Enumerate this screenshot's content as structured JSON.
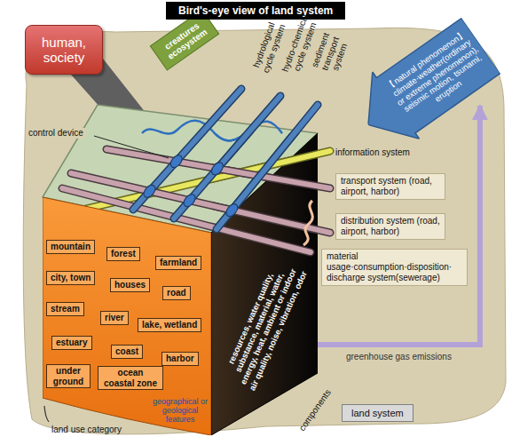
{
  "diagram": {
    "title": "Bird's-eye view of land system",
    "nodes": [
      {
        "text": [
          "human, society"
        ]
      },
      {
        "text": [
          "creatures ecosystem"
        ]
      },
      {
        "text": [
          "【natural phenomenon】 climate·weather(ordinary or extreme phenomenon), seismic motion, tsunami, eruption"
        ]
      },
      {
        "text": [
          "transport system (road, airport, harbor)"
        ]
      },
      {
        "text": [
          "distribution system (road, airport, harbor)"
        ]
      },
      {
        "text": [
          "material usage·consumption·disposition· discharge system(sewerage)"
        ]
      },
      {
        "text": [
          "geographical or geological features"
        ]
      },
      {
        "text": [
          "mountain"
        ],
        "in": 6
      },
      {
        "text": [
          "forest"
        ],
        "in": 6
      },
      {
        "text": [
          "farmland"
        ],
        "in": 6
      },
      {
        "text": [
          "city, town"
        ],
        "in": 6
      },
      {
        "text": [
          "houses"
        ],
        "in": 6
      },
      {
        "text": [
          "road"
        ],
        "in": 6
      },
      {
        "text": [
          "stream"
        ],
        "in": 6
      },
      {
        "text": [
          "river"
        ],
        "in": 6
      },
      {
        "text": [
          "lake, wetland"
        ],
        "in": 6
      },
      {
        "text": [
          "estuary"
        ],
        "in": 6
      },
      {
        "text": [
          "coast"
        ],
        "in": 6
      },
      {
        "text": [
          "harbor"
        ],
        "in": 6
      },
      {
        "text": [
          "under ground"
        ],
        "in": 6
      },
      {
        "text": [
          "ocean coastal zone"
        ],
        "in": 6
      },
      {
        "text": [
          "resources, water quality, substance, material, water, energy, heat, ambient or indoor air quality, noise, vibration, odor"
        ]
      },
      {
        "text": [
          "land system"
        ]
      }
    ],
    "edges": [
      {
        "from": 21,
        "to": 2,
        "arrow": "to",
        "label": "greenhouse gas emissions"
      }
    ],
    "labels": [
      "control device",
      "hydrological cycle system",
      "hydro-chemical cycle system",
      "sediment transport system",
      "information system",
      "components",
      "land use category"
    ]
  }
}
